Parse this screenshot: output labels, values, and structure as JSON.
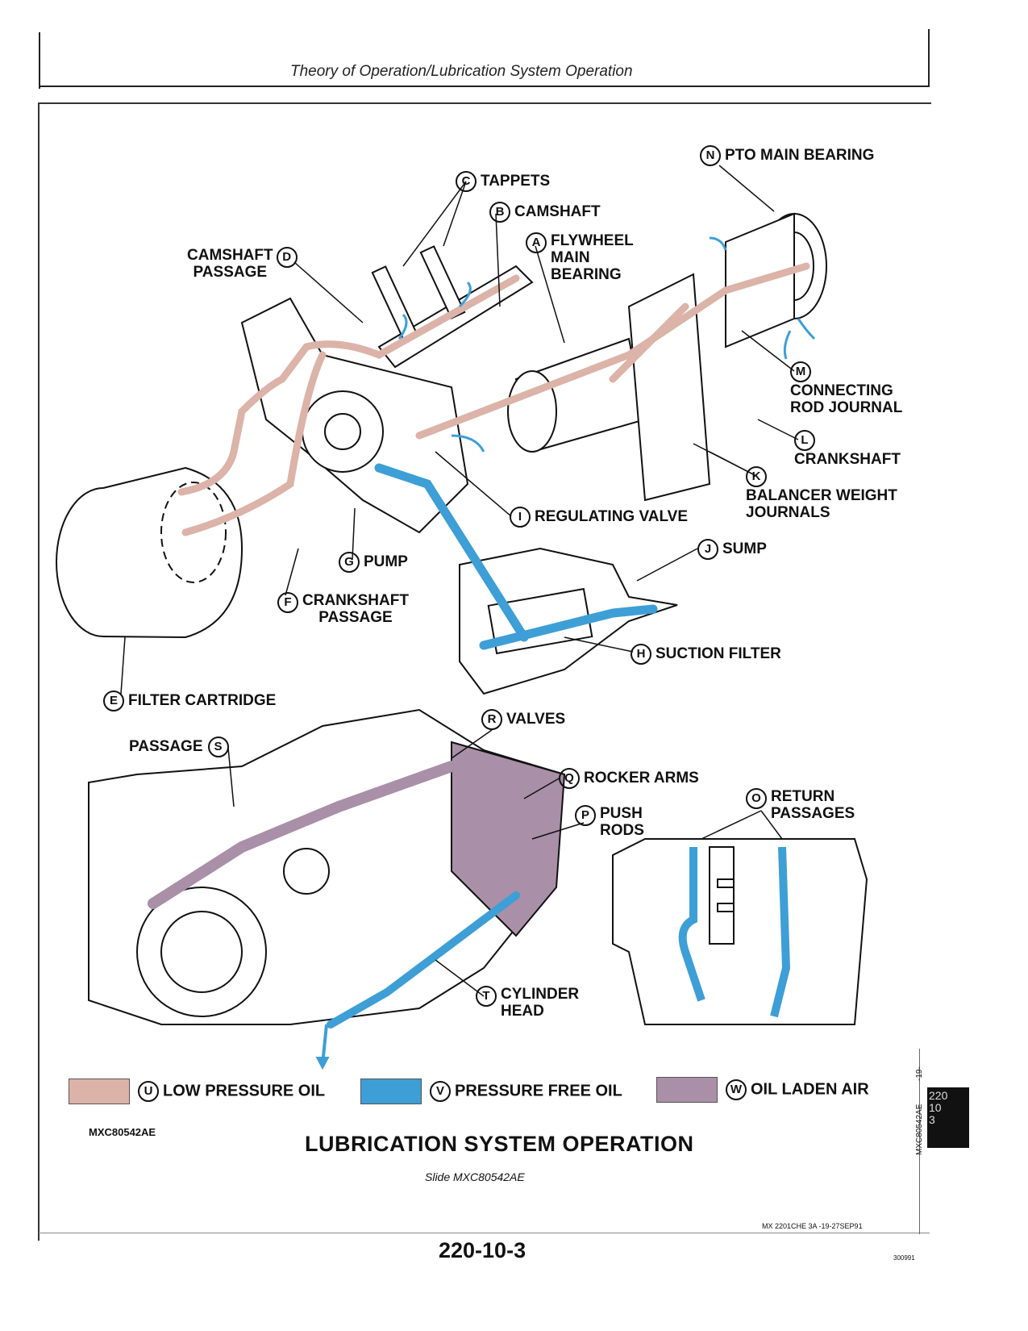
{
  "header": {
    "title": "Theory of Operation/Lubrication System Operation"
  },
  "labels": {
    "n": {
      "letter": "N",
      "text": "PTO MAIN BEARING"
    },
    "c": {
      "letter": "C",
      "text": "TAPPETS"
    },
    "b": {
      "letter": "B",
      "text": "CAMSHAFT"
    },
    "a": {
      "letter": "A",
      "text": "FLYWHEEL\nMAIN\nBEARING"
    },
    "d": {
      "letter": "D",
      "text": "CAMSHAFT\nPASSAGE"
    },
    "m": {
      "letter": "M",
      "text": "CONNECTING\nROD JOURNAL"
    },
    "l": {
      "letter": "L",
      "text": "CRANKSHAFT"
    },
    "k": {
      "letter": "K",
      "text": "BALANCER WEIGHT\nJOURNALS"
    },
    "i": {
      "letter": "I",
      "text": "REGULATING VALVE"
    },
    "j": {
      "letter": "J",
      "text": "SUMP"
    },
    "g": {
      "letter": "G",
      "text": "PUMP"
    },
    "f": {
      "letter": "F",
      "text": "CRANKSHAFT\nPASSAGE"
    },
    "h": {
      "letter": "H",
      "text": "SUCTION FILTER"
    },
    "e": {
      "letter": "E",
      "text": "FILTER CARTRIDGE"
    },
    "r": {
      "letter": "R",
      "text": "VALVES"
    },
    "s": {
      "letter": "S",
      "text": "PASSAGE"
    },
    "q": {
      "letter": "Q",
      "text": "ROCKER ARMS"
    },
    "o": {
      "letter": "O",
      "text": "RETURN\nPASSAGES"
    },
    "p": {
      "letter": "P",
      "text": "PUSH\nRODS"
    },
    "t": {
      "letter": "T",
      "text": "CYLINDER\nHEAD"
    }
  },
  "legend": [
    {
      "letter": "U",
      "text": "LOW PRESSURE OIL",
      "color": "#dcb3a8"
    },
    {
      "letter": "V",
      "text": "PRESSURE FREE OIL",
      "color": "#3d9fd6"
    },
    {
      "letter": "W",
      "text": "OIL LADEN AIR",
      "color": "#a98fa8"
    }
  ],
  "figure_code": "MXC80542AE",
  "caption": "LUBRICATION SYSTEM OPERATION",
  "slide": "Slide MXC80542AE",
  "doc_id": "MX 2201CHE 3A   -19-27SEP91",
  "page_number": "220-10-3",
  "side_code": "MXC80542AE",
  "side_mark": "-19-",
  "small_code": "300991",
  "tab": {
    "line1": "220",
    "line2": "10",
    "line3": "3"
  },
  "colors": {
    "low_pressure": "#dcb3a8",
    "pressure_free": "#3d9fd6",
    "oil_laden_air": "#a98fa8"
  }
}
